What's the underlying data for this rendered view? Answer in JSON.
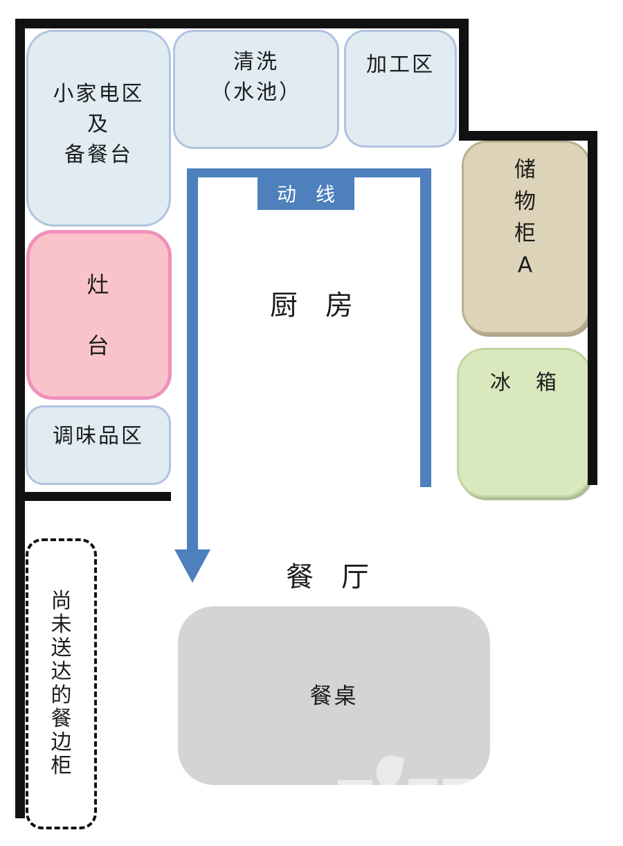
{
  "labels": {
    "kitchen": "厨　房",
    "dining": "餐　厅",
    "flow": "动　线"
  },
  "zones": {
    "small_appliance": {
      "label": "小家电区\n及\n备餐台"
    },
    "washing": {
      "label": "清洗\n（水池）"
    },
    "processing": {
      "label": "加工区"
    },
    "stove": {
      "label": "灶\n台"
    },
    "seasoning": {
      "label": "调味品区"
    },
    "storage_cabinet_a": {
      "label": "储\n物\n柜\nA"
    },
    "fridge": {
      "label": "冰　箱"
    },
    "dining_table": {
      "label": "餐桌"
    },
    "pending_sideboard": {
      "label": "尚\n未\n送\n达\n的\n餐\n边\n柜"
    }
  },
  "colors": {
    "wall": "#111111",
    "flow_blue": "#4d80bc",
    "light_blue_fill": "#e0ebf2",
    "light_blue_border": "#afc3df",
    "pink_fill": "#fac3ca",
    "pink_border": "#ef8fbc",
    "tan_fill": "#ddd3b8",
    "green_fill": "#d9e8bd",
    "gray_fill": "#d4d4d4",
    "flow_label_text": "#ffffff"
  },
  "watermark": {
    "name": "flame-logo-watermark"
  }
}
